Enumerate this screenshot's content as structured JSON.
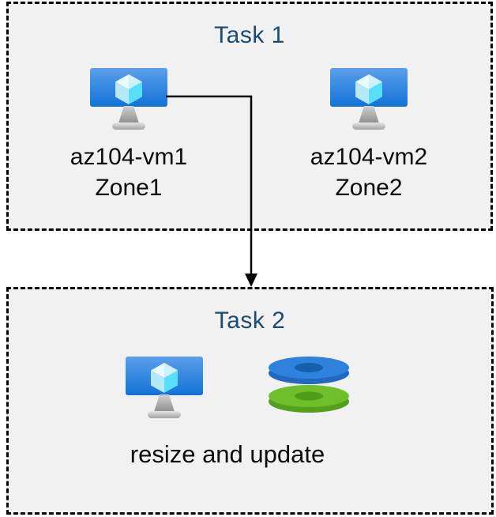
{
  "task1": {
    "title": "Task 1",
    "vms": [
      {
        "name": "az104-vm1",
        "zone": "Zone1",
        "icon": "virtual-machine-icon"
      },
      {
        "name": "az104-vm2",
        "zone": "Zone2",
        "icon": "virtual-machine-icon"
      }
    ]
  },
  "task2": {
    "title": "Task 2",
    "caption": "resize and update",
    "icons": [
      "virtual-machine-icon",
      "managed-disks-icon"
    ]
  },
  "connector": {
    "type": "elbow-arrow",
    "from": "az104-vm1",
    "to": "task2-box"
  },
  "colors": {
    "title_text": "#1b4a72",
    "body_text": "#0b0b0b",
    "box_background": "#f1f1f1",
    "box_border": "#000000",
    "monitor_gradient_top": "#5b9feb",
    "monitor_gradient_bottom": "#1272d8",
    "cube_light": "#e9f9fe",
    "cube_cyan": "#58dffe",
    "disk_blue": "#2f82dc",
    "disk_blue_dark": "#2268be",
    "disk_blue_hole": "#1460ac",
    "disk_green": "#6ebf2a",
    "disk_green_dark": "#54a01d",
    "disk_green_hole": "#4e9c17"
  }
}
